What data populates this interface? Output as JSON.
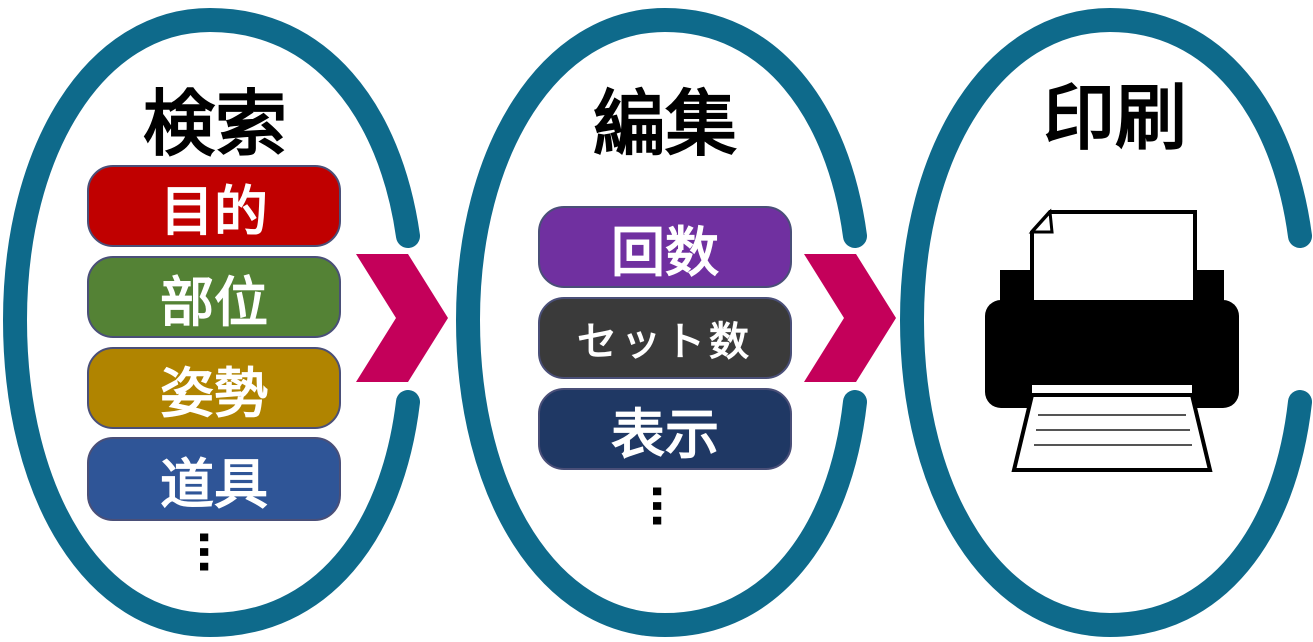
{
  "colors": {
    "ring": "#0e6a8b",
    "chevron": "#c4005a",
    "purpose": "#c00000",
    "part": "#548235",
    "posture": "#b08400",
    "tool": "#2f5597",
    "count": "#7030a0",
    "sets": "#3a3a3a",
    "display": "#1f3864"
  },
  "stages": [
    {
      "title": "検索",
      "items": [
        "目的",
        "部位",
        "姿勢",
        "道具"
      ],
      "more": "…"
    },
    {
      "title": "編集",
      "items": [
        "回数",
        "セット数",
        "表示"
      ],
      "more": "…"
    },
    {
      "title": "印刷",
      "icon": "printer-icon"
    }
  ]
}
